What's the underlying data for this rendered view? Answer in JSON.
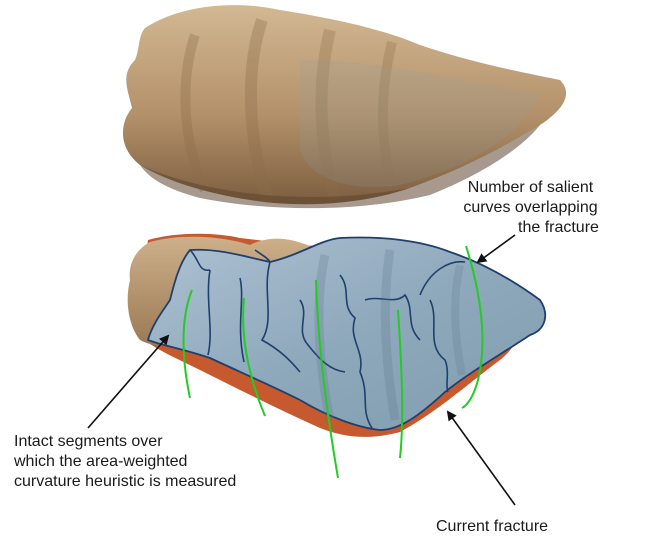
{
  "annotations": {
    "salient_curves": [
      "Number of salient",
      "curves overlapping",
      "the fracture"
    ],
    "intact_segments": [
      "Intact segments over",
      "which the area-weighted",
      "curvature heuristic is measured"
    ],
    "current_fracture": [
      "Current fracture"
    ]
  },
  "colors": {
    "stone_tan": "#b89a74",
    "stone_shadow": "#7a5e40",
    "fracture_orange": "#c65a2e",
    "segment_fill": "#9fb6c9",
    "segment_outline": "#1f3f6e",
    "salient_curve": "#22cc22",
    "arrow": "#111111"
  }
}
